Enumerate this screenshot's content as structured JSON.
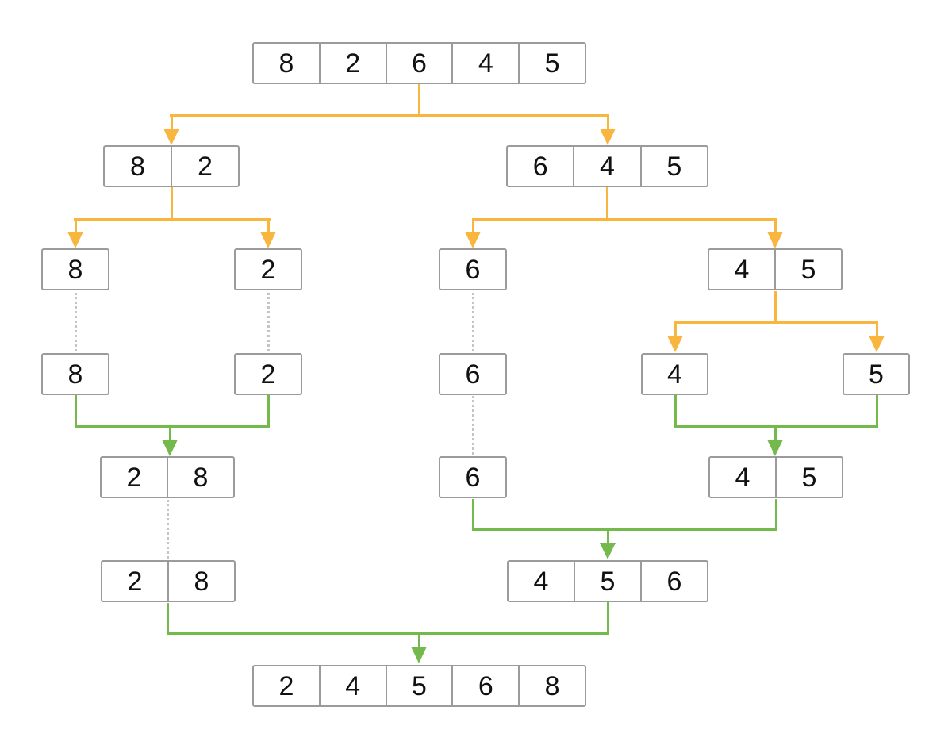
{
  "diagram": {
    "kind": "merge-sort-tree",
    "colors": {
      "split_arrow": "#f8b63e",
      "merge_arrow": "#74b94c",
      "box_border": "#9b9b9b",
      "dotted_line": "#c4c4c4",
      "text": "#111111",
      "background": "#ffffff"
    },
    "nodes": {
      "root": {
        "values": [
          "8",
          "2",
          "6",
          "4",
          "5"
        ]
      },
      "l1_left": {
        "values": [
          "8",
          "2"
        ]
      },
      "l1_right": {
        "values": [
          "6",
          "4",
          "5"
        ]
      },
      "l2_8": {
        "values": [
          "8"
        ]
      },
      "l2_2": {
        "values": [
          "2"
        ]
      },
      "l2_6": {
        "values": [
          "6"
        ]
      },
      "l2_45": {
        "values": [
          "4",
          "5"
        ]
      },
      "l3_8": {
        "values": [
          "8"
        ]
      },
      "l3_2": {
        "values": [
          "2"
        ]
      },
      "l3_6": {
        "values": [
          "6"
        ]
      },
      "l3_4": {
        "values": [
          "4"
        ]
      },
      "l3_5": {
        "values": [
          "5"
        ]
      },
      "l4_28": {
        "values": [
          "2",
          "8"
        ]
      },
      "l4_6": {
        "values": [
          "6"
        ]
      },
      "l4_45": {
        "values": [
          "4",
          "5"
        ]
      },
      "l5_28": {
        "values": [
          "2",
          "8"
        ]
      },
      "l5_456": {
        "values": [
          "4",
          "5",
          "6"
        ]
      },
      "sorted": {
        "values": [
          "2",
          "4",
          "5",
          "6",
          "8"
        ]
      }
    }
  }
}
